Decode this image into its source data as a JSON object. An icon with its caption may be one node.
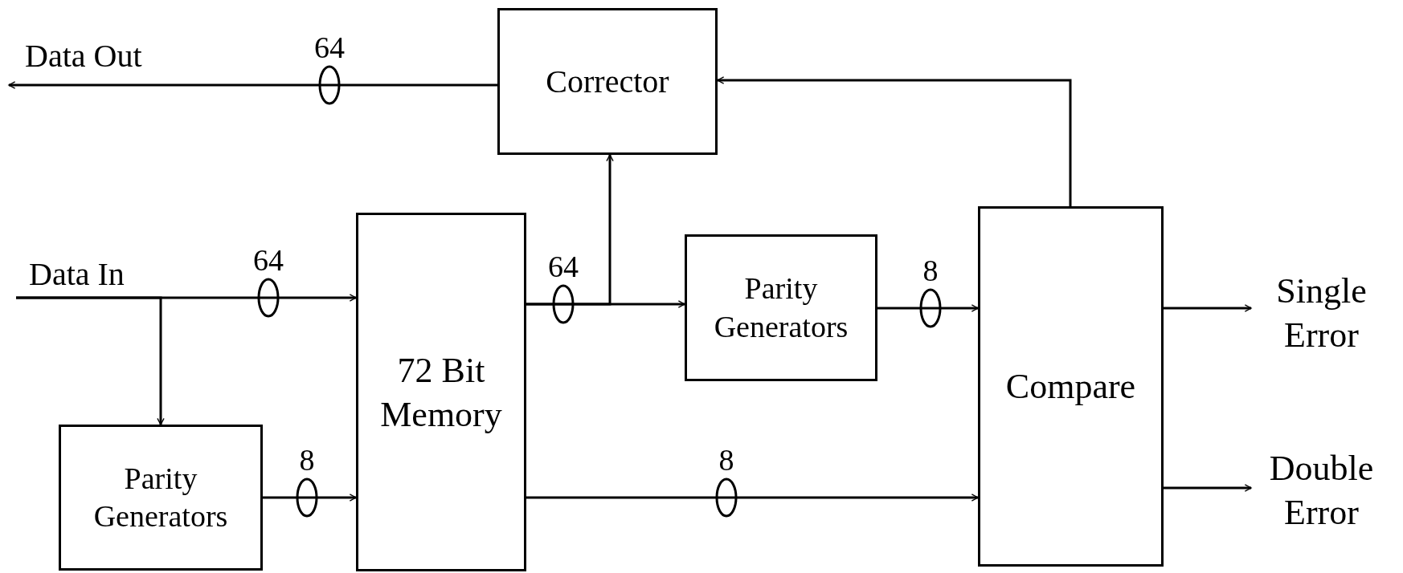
{
  "diagram": {
    "nodes": [
      {
        "text": [
          "Data Out"
        ]
      },
      {
        "text": [
          "Corrector"
        ]
      },
      {
        "text": [
          "Data In"
        ]
      },
      {
        "text": [
          "72 Bit Memory"
        ]
      },
      {
        "text": [
          "Parity Generators"
        ]
      },
      {
        "text": [
          "Compare"
        ]
      },
      {
        "text": [
          "Single Error"
        ]
      },
      {
        "text": [
          "Parity Generators"
        ]
      },
      {
        "text": [
          "Double Error"
        ]
      }
    ],
    "edges": [
      {
        "from": 1,
        "to": 0,
        "arrow": "to",
        "label": "64"
      },
      {
        "from": 2,
        "to": 3,
        "arrow": "to",
        "label": "64"
      },
      {
        "from": 2,
        "to": 7,
        "arrow": "to"
      },
      {
        "from": 7,
        "to": 3,
        "arrow": "to",
        "label": "8"
      },
      {
        "from": 3,
        "to": 4,
        "arrow": "to",
        "label": "64"
      },
      {
        "from": 3,
        "to": 1,
        "arrow": "to"
      },
      {
        "from": 4,
        "to": 5,
        "arrow": "to",
        "label": "8"
      },
      {
        "from": 3,
        "to": 5,
        "arrow": "to",
        "label": "8"
      },
      {
        "from": 5,
        "to": 1,
        "arrow": "to"
      },
      {
        "from": 5,
        "to": 6,
        "arrow": "to"
      },
      {
        "from": 5,
        "to": 8,
        "arrow": "to"
      }
    ]
  }
}
